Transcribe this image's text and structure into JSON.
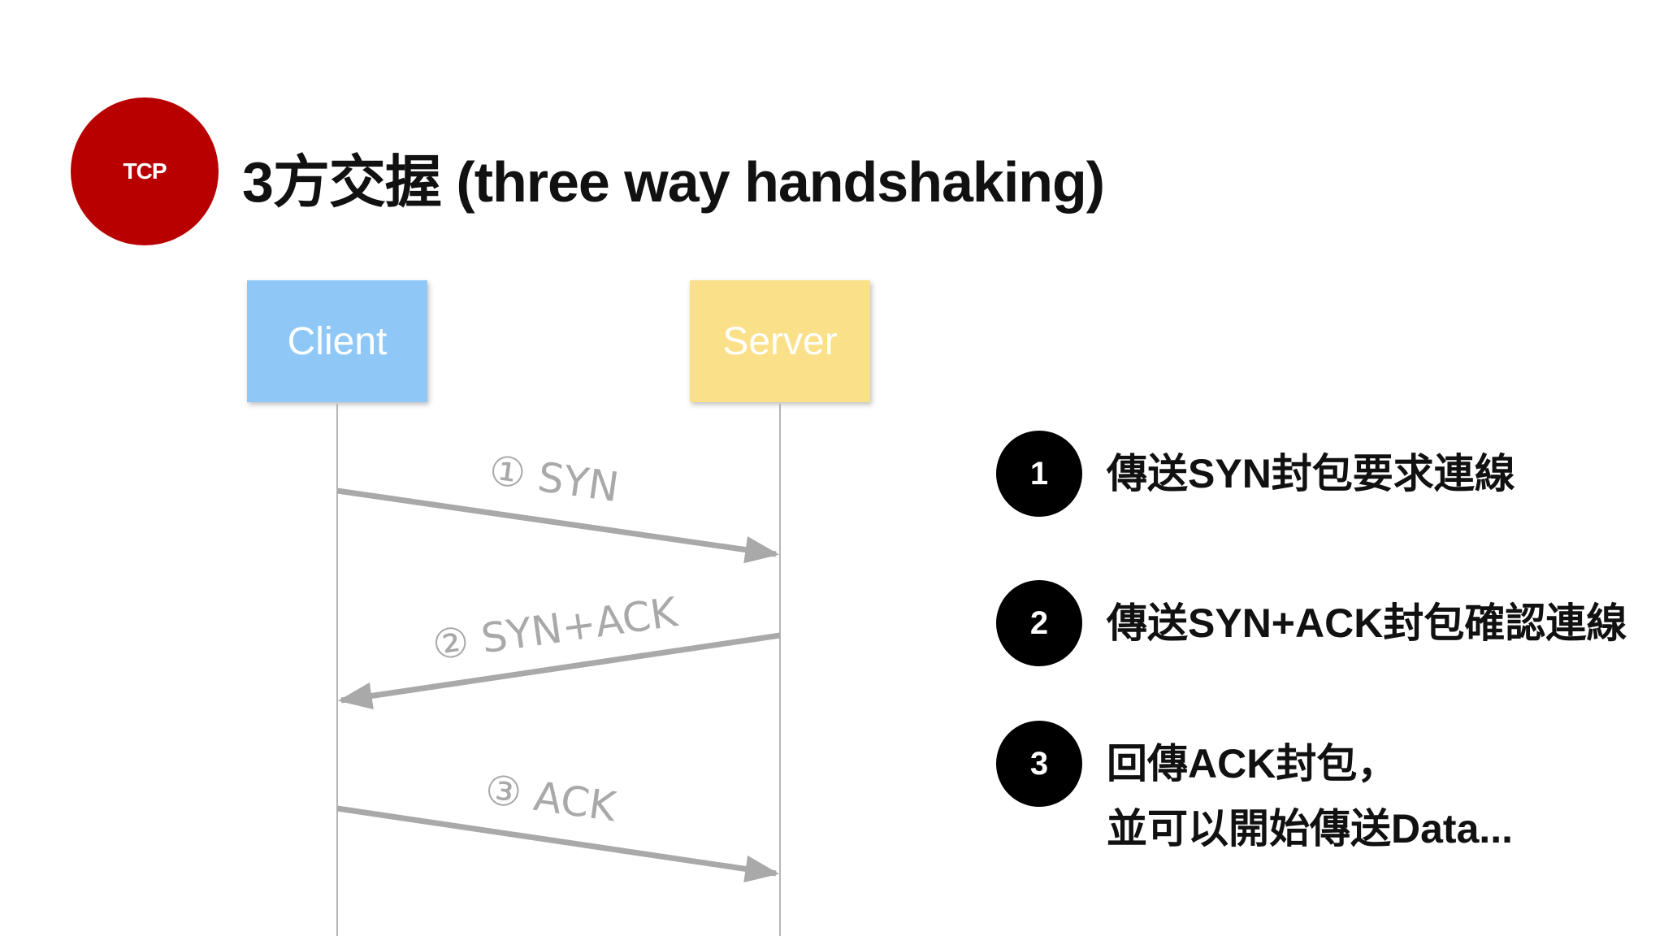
{
  "badge": {
    "label": "TCP"
  },
  "title": "3方交握 (three way handshaking)",
  "actors": {
    "client": "Client",
    "server": "Server"
  },
  "messages": [
    {
      "label": "① SYN",
      "from": "Client",
      "to": "Server"
    },
    {
      "label": "② SYN+ACK",
      "from": "Server",
      "to": "Client"
    },
    {
      "label": "③ ACK",
      "from": "Client",
      "to": "Server"
    }
  ],
  "steps": [
    {
      "num": "1",
      "line1": "傳送SYN封包要求連線",
      "line2": ""
    },
    {
      "num": "2",
      "line1": "傳送SYN+ACK封包確認連線",
      "line2": ""
    },
    {
      "num": "3",
      "line1": "回傳ACK封包，",
      "line2": "並可以開始傳送Data..."
    }
  ],
  "colors": {
    "badge": "#b80000",
    "client": "#8fc8f7",
    "server": "#fbe08a",
    "arrow": "#a9a9a9",
    "step_circle": "#000000"
  }
}
